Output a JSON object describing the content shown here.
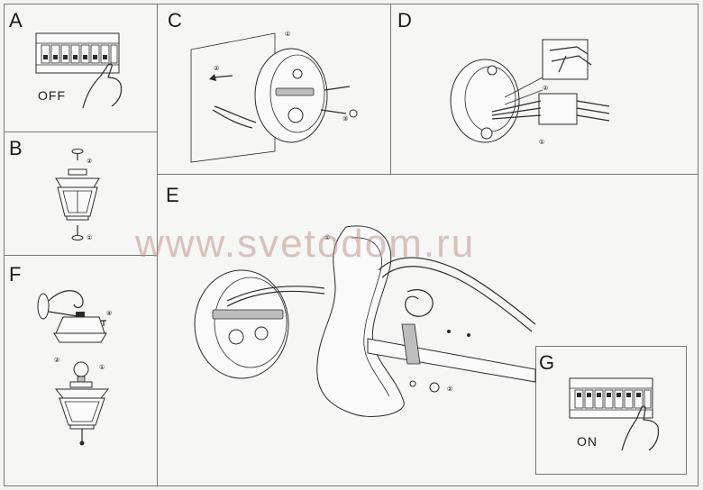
{
  "panels": {
    "a": {
      "label": "A",
      "state": "OFF"
    },
    "b": {
      "label": "B"
    },
    "c": {
      "label": "C"
    },
    "d": {
      "label": "D"
    },
    "e": {
      "label": "E"
    },
    "f": {
      "label": "F"
    },
    "g": {
      "label": "G",
      "state": "ON"
    }
  },
  "watermark": "www.svetodom.ru",
  "icons": [
    "breaker-panel-icon",
    "hand-icon",
    "lantern-icon",
    "wall-plate-icon",
    "bracket-icon",
    "bulb-icon",
    "screw-icon"
  ]
}
